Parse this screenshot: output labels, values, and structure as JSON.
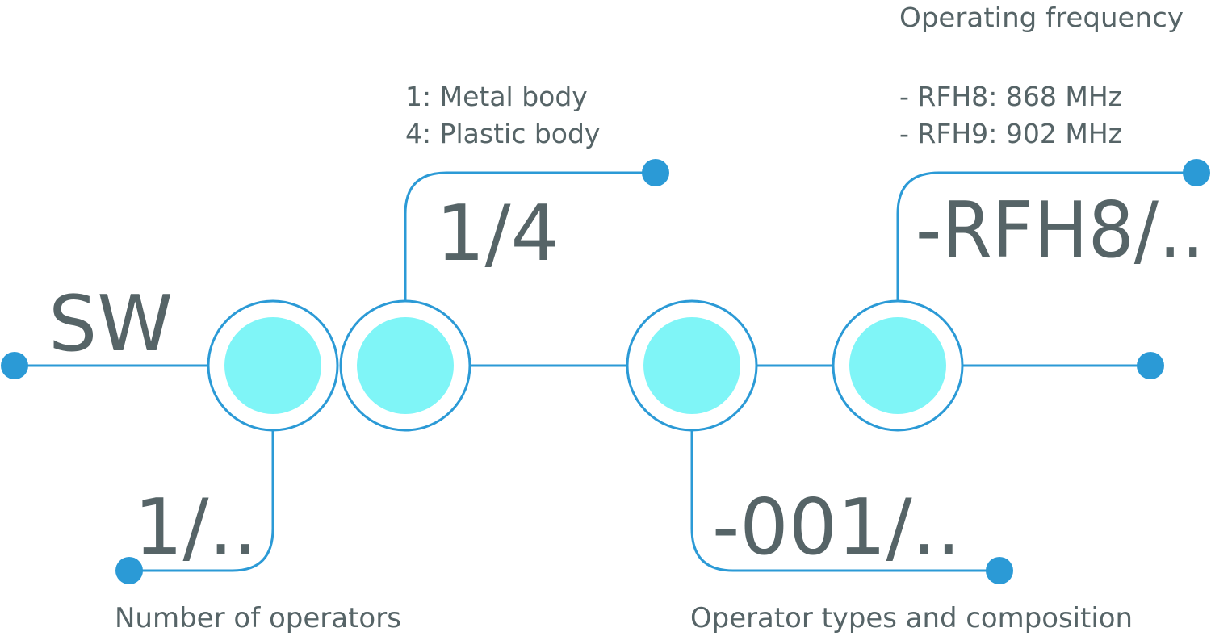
{
  "code_segments": {
    "prefix": "SW",
    "operators": "1/..",
    "body": "1/4",
    "composition": "-001/..",
    "frequency": "-RFH8/.."
  },
  "annotations": {
    "operators_label": "Number of operators",
    "body_option_1": "1: Metal body",
    "body_option_4": "4: Plastic body",
    "composition_label": "Operator types and composition",
    "frequency_label": "Operating frequency",
    "frequency_option_rfh8": "- RFH8: 868 MHz",
    "frequency_option_rfh9": "- RFH9: 902 MHz"
  },
  "colors": {
    "line": "#2b9ad6",
    "node_fill": "#7ff5f7",
    "text": "#566467"
  }
}
